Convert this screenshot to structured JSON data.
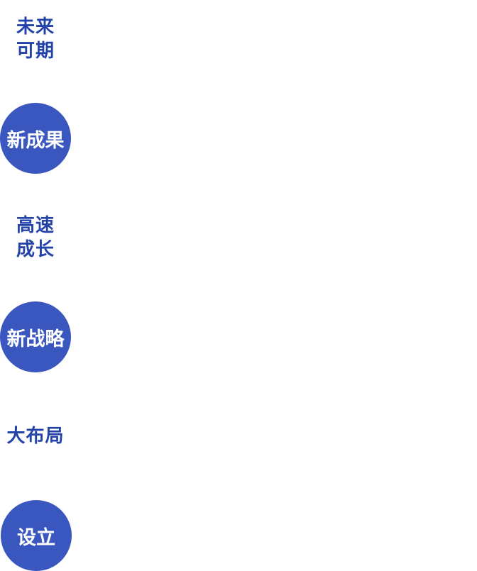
{
  "items": [
    {
      "type": "text",
      "lines": [
        "未来",
        "可期"
      ]
    },
    {
      "type": "circle",
      "label": "新成果"
    },
    {
      "type": "text",
      "lines": [
        "高速",
        "成长"
      ]
    },
    {
      "type": "circle",
      "label": "新战略"
    },
    {
      "type": "text",
      "lines": [
        "大布局"
      ]
    },
    {
      "type": "circle",
      "label": "设立"
    }
  ],
  "colors": {
    "circle": "#3957bf",
    "text": "#2443a8"
  }
}
